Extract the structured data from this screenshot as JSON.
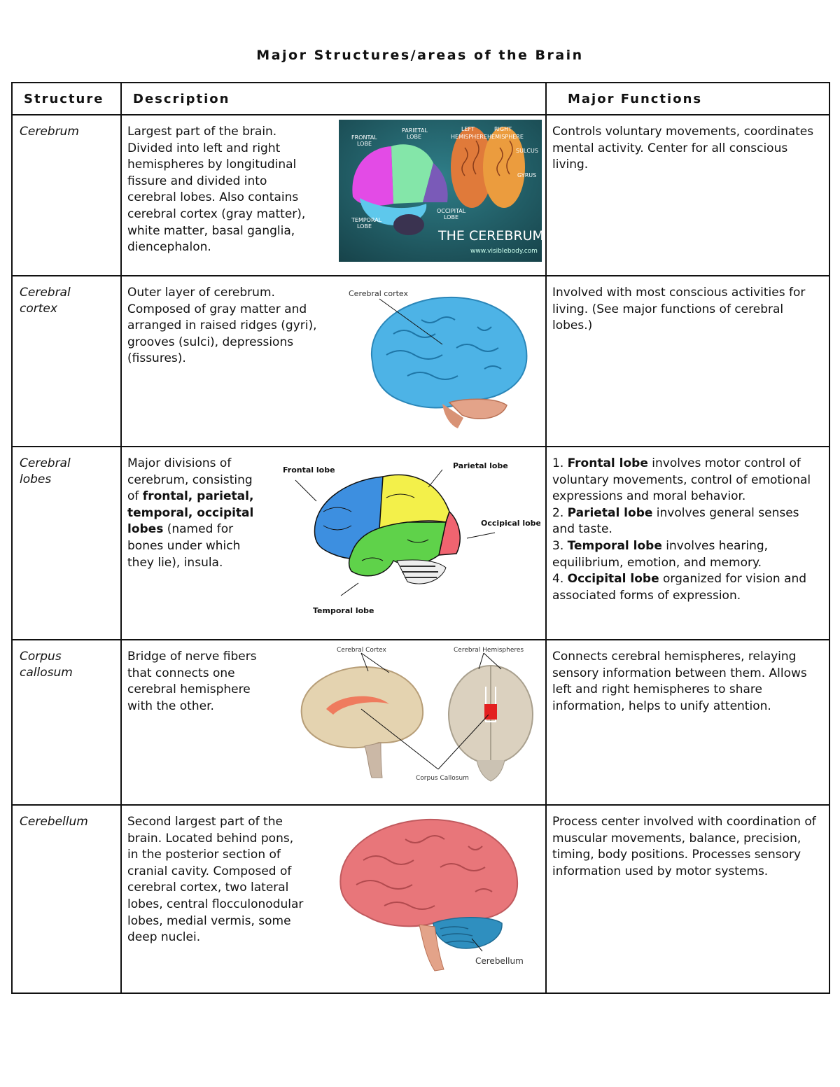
{
  "title": "Major Structures/areas of the Brain",
  "headers": {
    "structure": "Structure",
    "description": "Description",
    "functions": "Major Functions"
  },
  "rows": {
    "cerebrum": {
      "name": "Cerebrum",
      "desc_lines": [
        "Largest part of the brain.",
        "Divided into left and right",
        "hemispheres by longitudinal",
        "fissure and divided into",
        "cerebral lobes. Also contains",
        "cerebral cortex (gray matter),",
        "white matter, basal ganglia,",
        "diencephalon."
      ],
      "func": "Controls voluntary movements, coordinates mental activity. Center for all conscious living.",
      "fig": {
        "frontal": "FRONTAL",
        "frontal2": "LOBE",
        "parietal": "PARIETAL",
        "parietal2": "LOBE",
        "left_hem": "LEFT",
        "left_hem2": "HEMISPHERE",
        "right_hem": "RIGHT",
        "right_hem2": "HEMISPHERE",
        "sulcus": "SULCUS",
        "gyrus": "GYRUS",
        "occipital": "OCCIPITAL",
        "occipital2": "LOBE",
        "temporal": "TEMPORAL",
        "temporal2": "LOBE",
        "banner": "THE CEREBRUM",
        "url": "www.visiblebody.com"
      }
    },
    "cortex": {
      "name_lines": [
        "Cerebral",
        "cortex"
      ],
      "desc_lines": [
        "Outer layer of cerebrum.",
        "Composed of gray matter and",
        "arranged in raised ridges (gyri),",
        "grooves (sulci), depressions",
        "(fissures)."
      ],
      "func": "Involved with most conscious activities for living. (See major functions of cerebral lobes.)",
      "fig": {
        "label": "Cerebral cortex"
      }
    },
    "lobes": {
      "name_lines": [
        "Cerebral",
        "lobes"
      ],
      "desc_lines": [
        "Major divisions of",
        "cerebrum, consisting"
      ],
      "desc_of": "of ",
      "desc_bold1": "frontal, parietal,",
      "desc_bold2": "temporal, occipital",
      "desc_bold3": "lobes",
      "desc_rest1": " (named for",
      "desc_lines2": [
        "bones under which",
        "they lie), insula."
      ],
      "func_items": [
        {
          "num": "1. ",
          "term": "Frontal lobe",
          "text": " involves motor control of voluntary movements, control of emotional expressions and moral behavior."
        },
        {
          "num": "2. ",
          "term": "Parietal lobe",
          "text": " involves general senses and taste."
        },
        {
          "num": "3. ",
          "term": "Temporal lobe",
          "text": " involves hearing, equilibrium, emotion, and memory."
        },
        {
          "num": "4. ",
          "term": "Occipital lobe",
          "text": " organized for vision and associated forms of expression."
        }
      ],
      "fig": {
        "frontal": "Frontal lobe",
        "parietal": "Parietal lobe",
        "occipital": "Occipical lobe",
        "temporal": "Temporal lobe"
      }
    },
    "callosum": {
      "name_lines": [
        "Corpus",
        "callosum"
      ],
      "desc_lines": [
        "Bridge of nerve fibers",
        "that connects one",
        "cerebral hemisphere",
        "with the other."
      ],
      "func": "Connects cerebral hemispheres, relaying sensory information between them. Allows left and right hemispheres to share information, helps to unify attention.",
      "fig": {
        "cortex": "Cerebral Cortex",
        "hemispheres": "Cerebral Hemispheres",
        "callosum": "Corpus Callosum"
      }
    },
    "cerebellum": {
      "name": "Cerebellum",
      "desc_lines": [
        "Second largest part of the",
        "brain. Located behind pons,",
        "in the posterior section of",
        "cranial cavity. Composed of",
        "cerebral cortex, two lateral",
        "lobes, central flocculonodular",
        "lobes, medial vermis, some",
        "deep nuclei."
      ],
      "func": "Process center involved with coordination of muscular movements, balance, precision, timing, body positions. Processes sensory information used by motor systems.",
      "fig": {
        "label": "Cerebellum"
      }
    }
  },
  "colors": {
    "frontal": "#3d8fe0",
    "parietal": "#f3f04a",
    "temporal": "#5fd24a",
    "occipital": "#f06470",
    "cortex_blue": "#4db3e6",
    "cerebrum_pink": "#e8767a",
    "cerebellum_blue": "#2f8fbf"
  }
}
